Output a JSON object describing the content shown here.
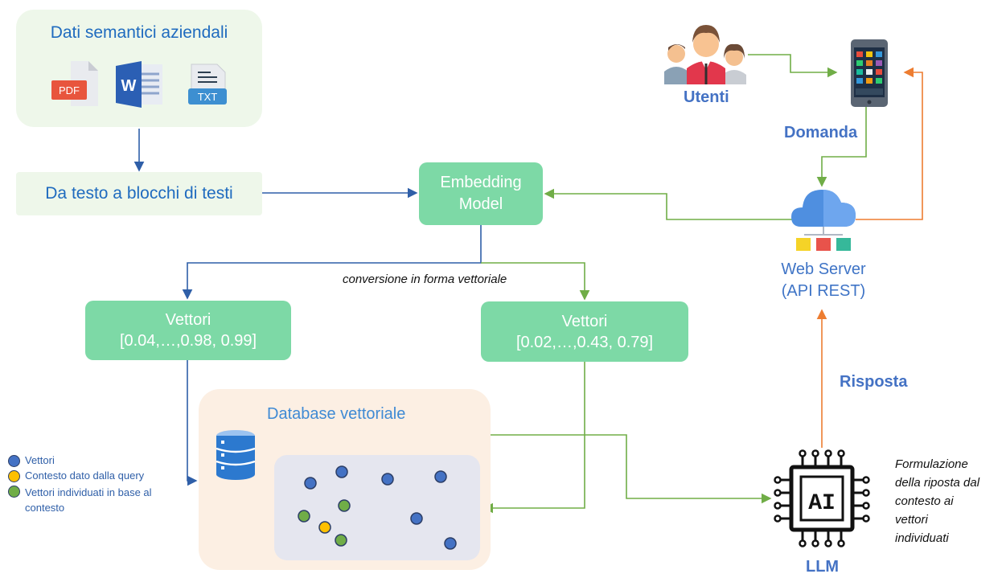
{
  "sources": {
    "title": "Dati semantici aziendali",
    "files": [
      "PDF",
      "W",
      "TXT"
    ]
  },
  "chunking": {
    "label": "Da testo a blocchi di testi"
  },
  "embedding": {
    "line1": "Embedding",
    "line2": "Model"
  },
  "conversion_note": "conversione in forma vettoriale",
  "vectors_left": {
    "title": "Vettori",
    "values": "[0.04,…,0.98, 0.99]"
  },
  "vectors_right": {
    "title": "Vettori",
    "values": "[0.02,…,0.43, 0.79]"
  },
  "database": {
    "title": "Database vettoriale"
  },
  "legend": {
    "items": [
      {
        "label": "Vettori",
        "color": "#4472c4"
      },
      {
        "label": "Contesto dato dalla query",
        "color": "#ffc000"
      },
      {
        "label": "Vettori individuati in base al contesto",
        "color": "#70ad47"
      }
    ]
  },
  "users": {
    "label": "Utenti"
  },
  "question": {
    "label": "Domanda"
  },
  "web_server": {
    "line1": "Web Server",
    "line2": "(API REST)"
  },
  "answer": {
    "label": "Risposta"
  },
  "llm": {
    "icon_text": "AI",
    "label": "LLM"
  },
  "llm_note": {
    "lines": [
      "Formulazione",
      "della riposta dal",
      "contesto ai",
      "vettori",
      "individuati"
    ]
  },
  "colors": {
    "green_line": "#70ad47",
    "blue_line": "#2f5fa8",
    "orange_line": "#ed7d31",
    "box_green": "#7dd9a6",
    "title_blue": "#1f6bbf"
  }
}
